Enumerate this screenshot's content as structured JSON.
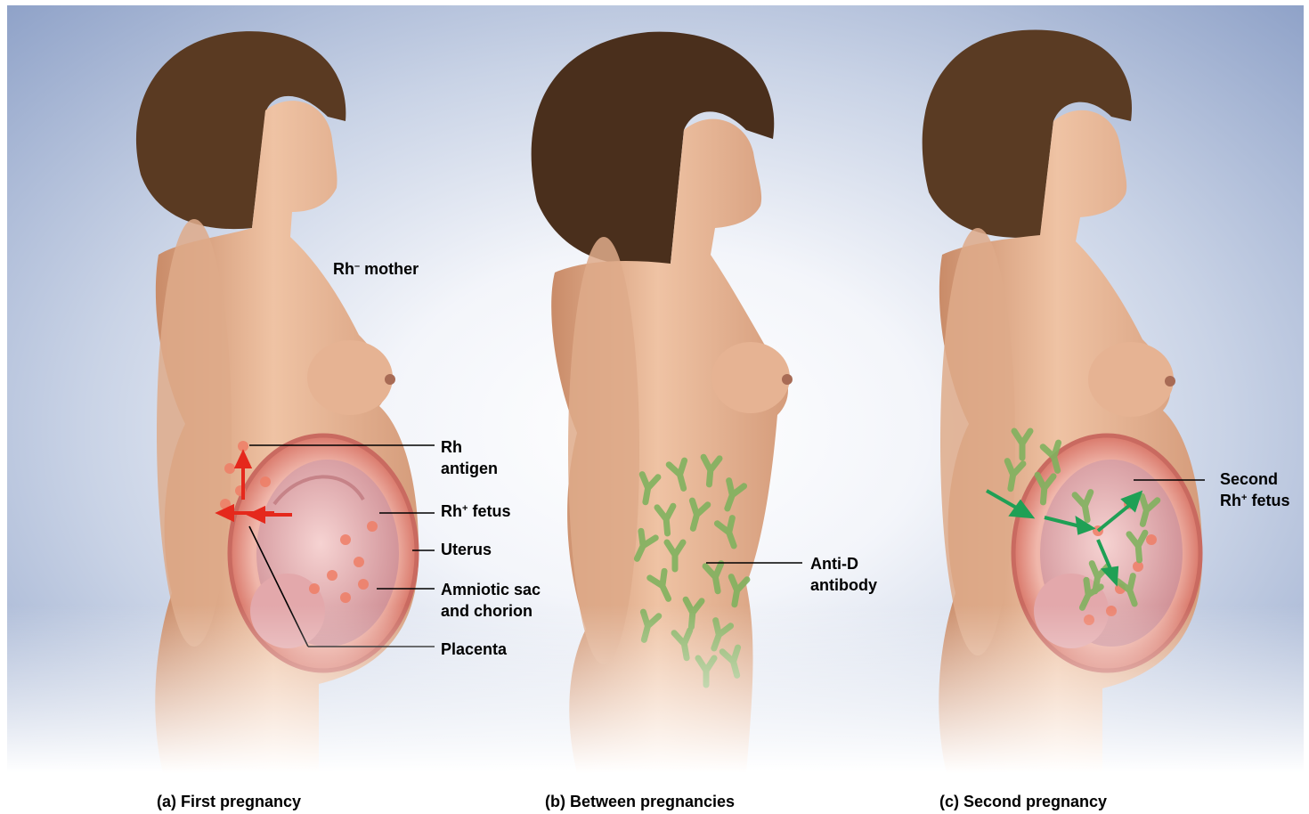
{
  "labels": {
    "rh_mother_base": "Rh",
    "rh_mother_sign": "–",
    "rh_mother_word": "mother",
    "rh_antigen_1": "Rh",
    "rh_antigen_2": "antigen",
    "rh_fetus_base": "Rh",
    "rh_fetus_sign": "+",
    "rh_fetus_word": "fetus",
    "uterus": "Uterus",
    "amniotic_1": "Amniotic sac",
    "amniotic_2": "and chorion",
    "placenta": "Placenta",
    "anti_d_1": "Anti-D",
    "anti_d_2": "antibody",
    "second_1": "Second",
    "second_base": "Rh",
    "second_sign": "+",
    "second_word": "fetus"
  },
  "captions": {
    "a": "(a)  First pregnancy",
    "b": "(b)  Between pregnancies",
    "c": "(c)  Second pregnancy"
  },
  "colors": {
    "skin": "#e4b394",
    "hair": "#5a3a22",
    "uterus": "#e89b8f",
    "fetus": "#e7b0b4",
    "antigen_dot": "#ef7e66",
    "antibody": "#7fb25e",
    "red_arrow": "#e5281c",
    "green_arrow": "#1fa055"
  }
}
